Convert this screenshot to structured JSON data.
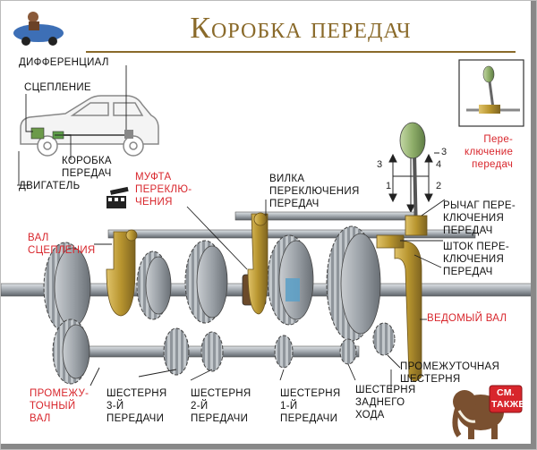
{
  "title": "Коробка передач",
  "car_labels": {
    "differential": "ДИФФЕРЕНЦИАЛ",
    "clutch": "СЦЕПЛЕНИЕ",
    "gearbox": "КОРОБКА\nПЕРЕДАЧ",
    "engine": "ДВИГАТЕЛЬ"
  },
  "shift_inset": {
    "label": "Пере-\nключение\nпередач"
  },
  "shift_pattern": {
    "n1": "1",
    "n2": "2",
    "n3": "3",
    "n4": "4",
    "n3b": "3"
  },
  "parts": {
    "shift_sleeve": "МУФТА\nПЕРЕКЛЮ-\nЧЕНИЯ",
    "shift_fork": "ВИЛКА\nПЕРЕКЛЮЧЕНИЯ\nПЕРЕДАЧ",
    "shift_lever": "РЫЧАГ ПЕРЕ-\nКЛЮЧЕНИЯ\nПЕРЕДАЧ",
    "shift_rod": "ШТОК ПЕРЕ-\nКЛЮЧЕНИЯ\nПЕРЕДАЧ",
    "clutch_shaft": "ВАЛ\nСЦЕПЛЕНИЯ",
    "driven_shaft": "ВЕДОМЫЙ ВАЛ",
    "idler_gear": "ПРОМЕЖУТОЧНАЯ\nШЕСТЕРНЯ",
    "countershaft": "ПРОМЕЖУ-\nТОЧНЫЙ\nВАЛ",
    "gear3": "ШЕСТЕРНЯ\n3-Й\nПЕРЕДАЧИ",
    "gear2": "ШЕСТЕРНЯ\n2-Й\nПЕРЕДАЧИ",
    "gear1": "ШЕСТЕРНЯ\n1-Й\nПЕРЕДАЧИ",
    "reverse_gear": "ШЕСТЕРНЯ\nЗАДНЕГО\nХОДА"
  },
  "see_also": {
    "label": "СМ.\nТАКЖЕ"
  },
  "colors": {
    "title": "#8a6a2a",
    "accent_red": "#d8262c",
    "fork_brass": "#b8952f",
    "lever_green": "#8fae6a",
    "steel": "#9aa0a6"
  }
}
